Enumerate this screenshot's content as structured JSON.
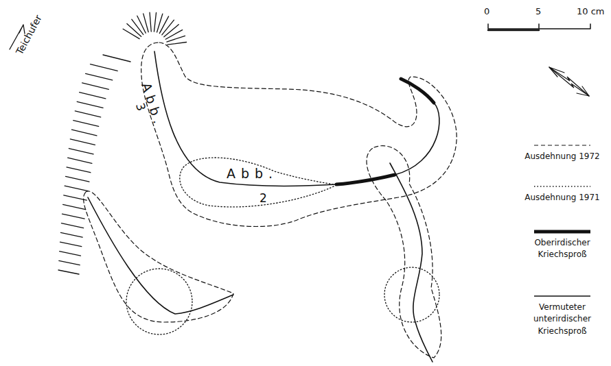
{
  "diagram": {
    "labels": [
      "Teichufer",
      "Abb.",
      "3",
      "Abb.",
      "2",
      "0",
      "5",
      "10 cm"
    ],
    "legend": [
      {
        "text": "Ausdehnung 1972"
      },
      {
        "text": "Ausdehnung 1971"
      },
      {
        "text": "Oberirdischer Kriechsproß"
      },
      {
        "text": "Vermuteter unterirdischer Kriechsproß"
      }
    ]
  }
}
